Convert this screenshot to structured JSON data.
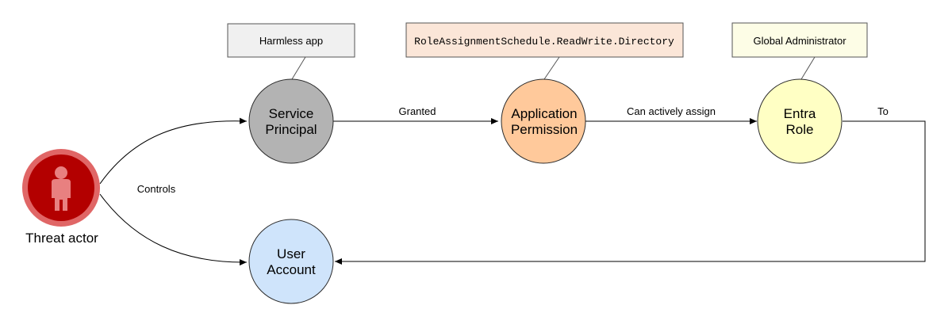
{
  "callouts": {
    "harmless_app": {
      "text": "Harmless app",
      "fill": "#f0f0f0",
      "stroke": "#555555"
    },
    "permission_scope": {
      "text": "RoleAssignmentSchedule.ReadWrite.Directory",
      "fill": "#fbe6d8",
      "stroke": "#555555"
    },
    "global_admin": {
      "text": "Global Administrator",
      "fill": "#fdfde6",
      "stroke": "#555555"
    }
  },
  "nodes": {
    "service_principal": {
      "line1": "Service",
      "line2": "Principal",
      "fill": "#b3b3b3",
      "stroke": "#2b2b2b"
    },
    "application_permission": {
      "line1": "Application",
      "line2": "Permission",
      "fill": "#ffc99b",
      "stroke": "#2b2b2b"
    },
    "entra_role": {
      "line1": "Entra",
      "line2": "Role",
      "fill": "#ffffc4",
      "stroke": "#2b2b2b"
    },
    "user_account": {
      "line1": "User",
      "line2": "Account",
      "fill": "#cfe4fb",
      "stroke": "#2b2b2b"
    }
  },
  "actor": {
    "label": "Threat actor",
    "icon": "person-icon",
    "ring_color": "#e06666",
    "fill_color": "#b30000",
    "figure_color": "#e88080"
  },
  "edges": {
    "granted": "Granted",
    "can_actively_assign": "Can actively assign",
    "to": "To",
    "controls": "Controls"
  }
}
